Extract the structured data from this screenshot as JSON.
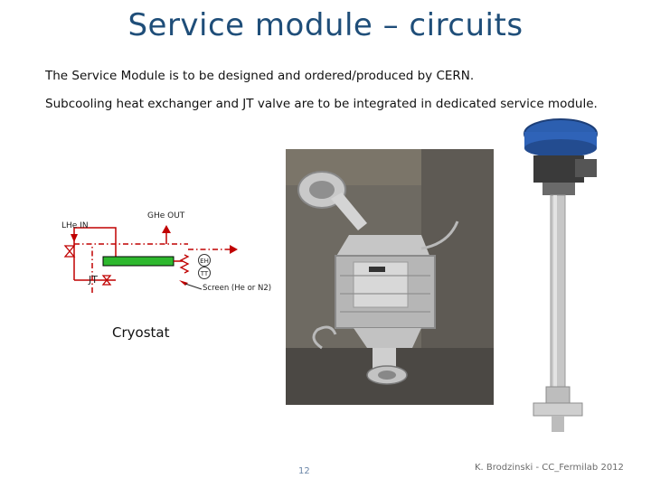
{
  "slide": {
    "title": "Service module – circuits",
    "line1": "The Service Module is to be designed and ordered/produced by CERN.",
    "line2": "Subcooling heat exchanger and JT valve are to be integrated in dedicated service module."
  },
  "diagram": {
    "lhe_in": "LHe IN",
    "ghe_out": "GHe OUT",
    "eh": "EH",
    "tt": "TT",
    "jt": "JT",
    "screen": "Screen (He or N2)",
    "cryostat": "Cryostat",
    "colors": {
      "line": "#c00000",
      "hx": "#2eb82e"
    }
  },
  "footer": {
    "page_number": "12",
    "credit": "K. Brodzinski - CC_Fermilab 2012"
  }
}
